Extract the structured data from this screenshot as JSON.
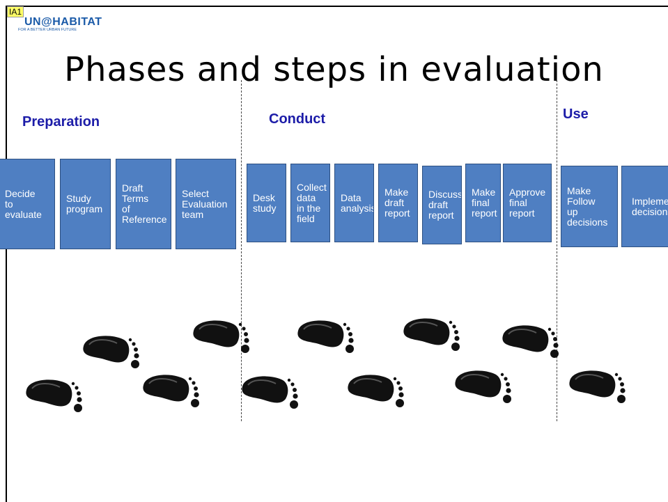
{
  "logo": {
    "tag": "IA1",
    "main": "UN@HABITAT",
    "sub": "FOR A BETTER URBAN FUTURE"
  },
  "title": "Phases and steps in evaluation",
  "phases": [
    "Preparation",
    "Conduct",
    "Use"
  ],
  "steps": [
    "Decide\nto\nevaluate",
    "Study\nprogram",
    "Draft\nTerms\nof\nReference",
    "Select\nEvaluation\nteam",
    "Desk\nstudy",
    "Collect\ndata\nin the\nfield",
    "Data\nanalysis",
    "Make\ndraft\nreport",
    "Discuss\ndraft\nreport",
    "Make\nfinal\nreport",
    "Approve\nfinal\nreport",
    "Make\nFollow\nup\ndecisions",
    "Implement\ndecisions"
  ],
  "colors": {
    "step_fill": "#4f7fc2",
    "phase_text": "#1c1ca8",
    "logo_blue": "#1a5aa8"
  },
  "icons": [
    "footprint-icon"
  ]
}
